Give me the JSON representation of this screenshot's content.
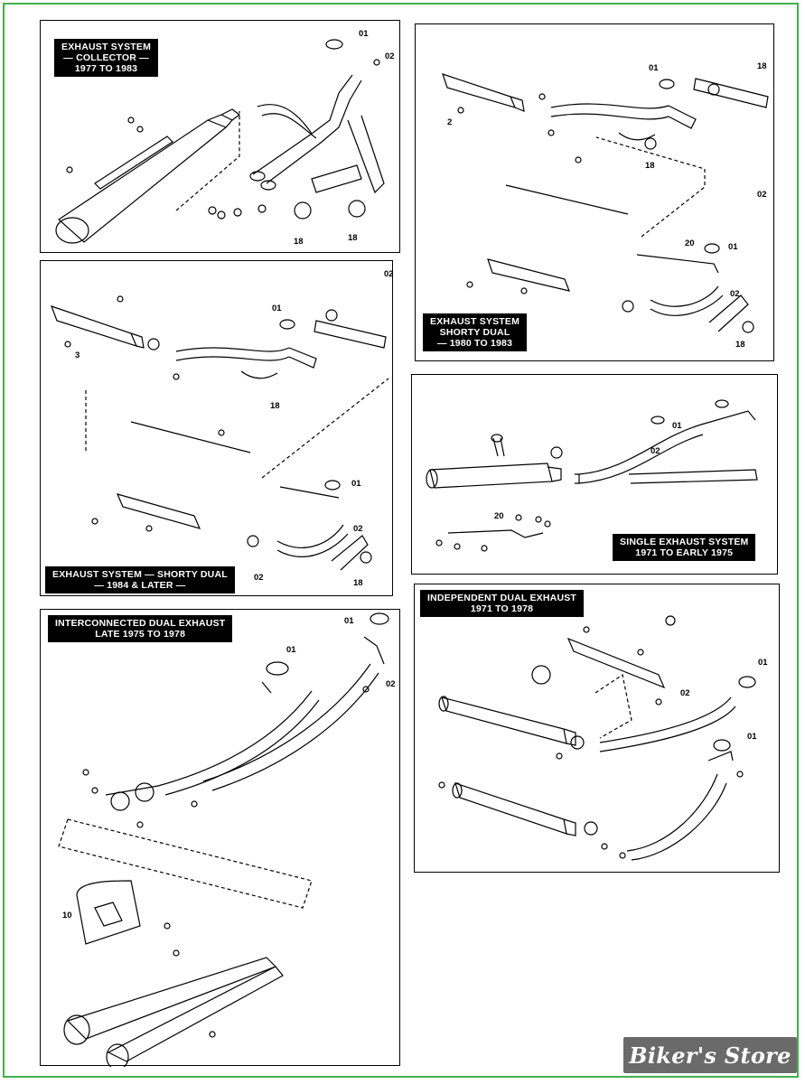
{
  "panels": {
    "collector": {
      "title_line1": "EXHAUST SYSTEM",
      "title_line2": "— COLLECTOR —",
      "title_line3": "1977 TO 1983",
      "callouts": [
        "01",
        "02",
        "18",
        "18"
      ]
    },
    "shorty_dual_1980": {
      "title_line1": "EXHAUST SYSTEM",
      "title_line2": "SHORTY DUAL",
      "title_line3": "— 1980 TO 1983",
      "callouts": [
        "01",
        "18",
        "18",
        "2",
        "02",
        "20",
        "01",
        "02",
        "18"
      ]
    },
    "shorty_dual_1984": {
      "title_line1": "EXHAUST SYSTEM — SHORTY DUAL",
      "title_line2": "— 1984 & LATER —",
      "callouts": [
        "02",
        "01",
        "3",
        "18",
        "01",
        "02",
        "02",
        "18"
      ]
    },
    "single_exhaust": {
      "title_line1": "SINGLE EXHAUST SYSTEM",
      "title_line2": "1971 TO EARLY 1975",
      "callouts": [
        "01",
        "02",
        "20"
      ]
    },
    "interconnected": {
      "title_line1": "INTERCONNECTED DUAL EXHAUST",
      "title_line2": "LATE 1975 TO 1978",
      "callouts": [
        "01",
        "01",
        "02",
        "10"
      ]
    },
    "independent": {
      "title_line1": "INDEPENDENT DUAL EXHAUST",
      "title_line2": "1971 TO 1978",
      "callouts": [
        "01",
        "02",
        "01"
      ]
    }
  },
  "brand": {
    "logo_text": "Biker's Store"
  },
  "colors": {
    "frame": "#3fb24a",
    "ink": "#000000",
    "logo_bg": "#6a6a6a"
  }
}
